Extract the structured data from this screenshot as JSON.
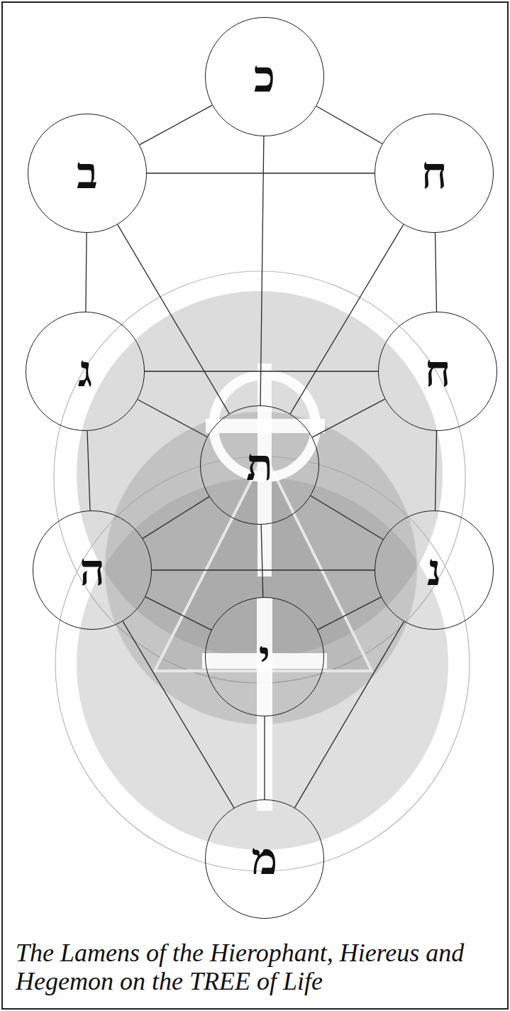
{
  "diagram": {
    "caption": "The Lamens of the Hierophant, Hiereus and Hegemon on the TREE of Life",
    "nodes": [
      {
        "text": [
          "כ"
        ]
      },
      {
        "text": [
          "ב"
        ]
      },
      {
        "text": [
          "ח"
        ]
      },
      {
        "text": [
          "ג"
        ]
      },
      {
        "text": [
          "ח"
        ]
      },
      {
        "text": [
          "ת"
        ]
      },
      {
        "text": [
          "ה"
        ]
      },
      {
        "text": [
          "נ"
        ]
      },
      {
        "text": [
          "י"
        ]
      },
      {
        "text": [
          "מ"
        ]
      }
    ],
    "edges": [
      {
        "from": 0,
        "to": 1,
        "arrow": "none"
      },
      {
        "from": 0,
        "to": 2,
        "arrow": "none"
      },
      {
        "from": 0,
        "to": 5,
        "arrow": "none"
      },
      {
        "from": 1,
        "to": 2,
        "arrow": "none"
      },
      {
        "from": 1,
        "to": 3,
        "arrow": "none"
      },
      {
        "from": 1,
        "to": 5,
        "arrow": "none"
      },
      {
        "from": 2,
        "to": 4,
        "arrow": "none"
      },
      {
        "from": 2,
        "to": 5,
        "arrow": "none"
      },
      {
        "from": 3,
        "to": 4,
        "arrow": "none"
      },
      {
        "from": 3,
        "to": 5,
        "arrow": "none"
      },
      {
        "from": 4,
        "to": 5,
        "arrow": "none"
      },
      {
        "from": 3,
        "to": 6,
        "arrow": "none"
      },
      {
        "from": 4,
        "to": 7,
        "arrow": "none"
      },
      {
        "from": 5,
        "to": 6,
        "arrow": "none"
      },
      {
        "from": 5,
        "to": 7,
        "arrow": "none"
      },
      {
        "from": 6,
        "to": 7,
        "arrow": "none"
      },
      {
        "from": 5,
        "to": 8,
        "arrow": "none"
      },
      {
        "from": 6,
        "to": 8,
        "arrow": "none"
      },
      {
        "from": 7,
        "to": 8,
        "arrow": "none"
      },
      {
        "from": 6,
        "to": 9,
        "arrow": "none"
      },
      {
        "from": 7,
        "to": 9,
        "arrow": "none"
      },
      {
        "from": 8,
        "to": 9,
        "arrow": "none"
      }
    ]
  }
}
